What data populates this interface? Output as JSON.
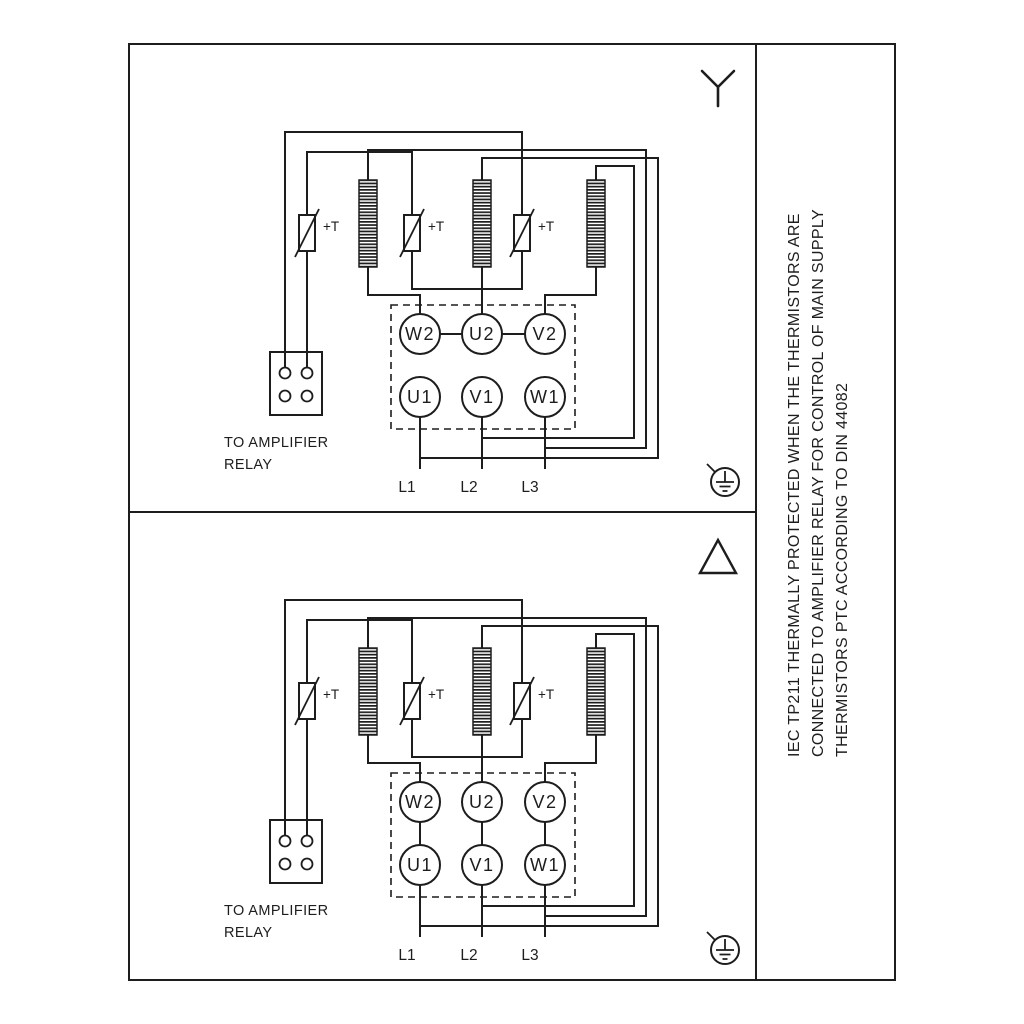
{
  "colors": {
    "ink": "#1d1d1d",
    "background": "#ffffff"
  },
  "side_note": {
    "lines": [
      "IEC TP211 THERMALLY PROTECTED WHEN THE THERMISTORS ARE",
      "CONNECTED TO AMPLIFIER RELAY FOR CONTROL OF MAIN SUPPLY",
      "THERMISTORS PTC ACCORDING TO DIN 44082"
    ]
  },
  "panels": [
    {
      "connection": "star",
      "symbol_icon": "star-icon",
      "thermistor_labels": [
        "+T",
        "+T",
        "+T"
      ],
      "terminals_top": [
        "W2",
        "U2",
        "V2"
      ],
      "terminals_bottom": [
        "U1",
        "V1",
        "W1"
      ],
      "supply_labels": [
        "L1",
        "L2",
        "L3"
      ],
      "amplifier_note_lines": [
        "TO AMPLIFIER",
        "RELAY"
      ]
    },
    {
      "connection": "delta",
      "symbol_icon": "delta-icon",
      "thermistor_labels": [
        "+T",
        "+T",
        "+T"
      ],
      "terminals_top": [
        "W2",
        "U2",
        "V2"
      ],
      "terminals_bottom": [
        "U1",
        "V1",
        "W1"
      ],
      "supply_labels": [
        "L1",
        "L2",
        "L3"
      ],
      "amplifier_note_lines": [
        "TO AMPLIFIER",
        "RELAY"
      ]
    }
  ]
}
